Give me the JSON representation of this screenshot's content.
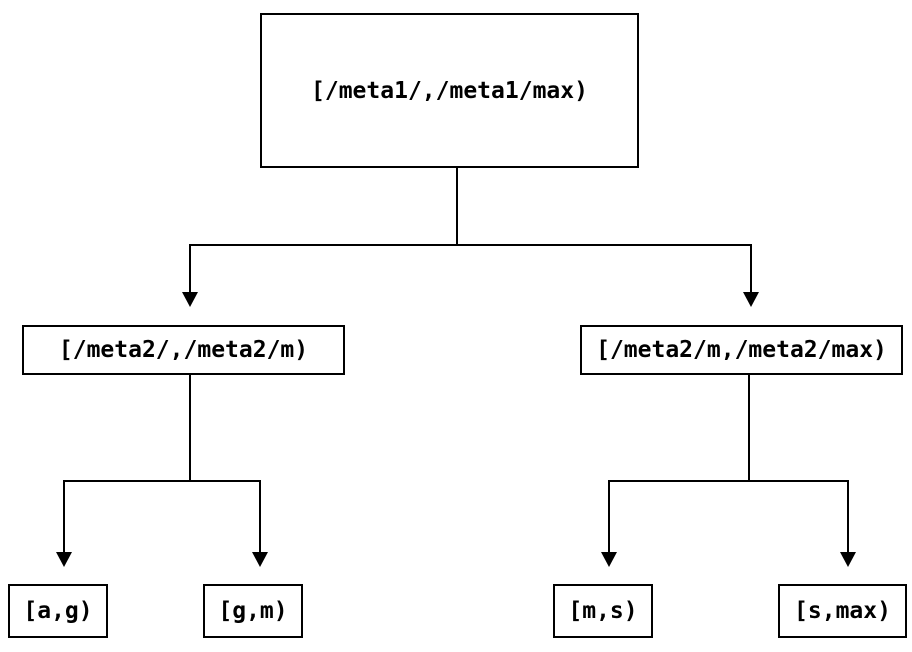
{
  "diagram": {
    "type": "tree",
    "colors": {
      "background": "#ffffff",
      "line": "#000000",
      "box_border": "#000000",
      "text": "#000000"
    },
    "nodes": {
      "root": {
        "label": "[/meta1/,/meta1/max)"
      },
      "meta2_left": {
        "label": "[/meta2/,/meta2/m)"
      },
      "meta2_right": {
        "label": "[/meta2/m,/meta2/max)"
      },
      "leaf_a_g": {
        "label": "[a,g)"
      },
      "leaf_g_m": {
        "label": "[g,m)"
      },
      "leaf_m_s": {
        "label": "[m,s)"
      },
      "leaf_s_max": {
        "label": "[s,max)"
      }
    },
    "edges": [
      {
        "from": "root",
        "to": "meta2_left"
      },
      {
        "from": "root",
        "to": "meta2_right"
      },
      {
        "from": "meta2_left",
        "to": "leaf_a_g"
      },
      {
        "from": "meta2_left",
        "to": "leaf_g_m"
      },
      {
        "from": "meta2_right",
        "to": "leaf_m_s"
      },
      {
        "from": "meta2_right",
        "to": "leaf_s_max"
      }
    ]
  }
}
